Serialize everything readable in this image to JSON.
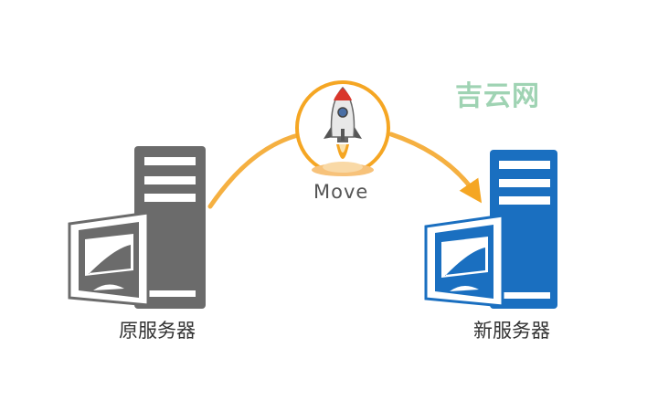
{
  "watermark": "吉云网",
  "source": {
    "label": "原服务器",
    "color": "#6b6b6b"
  },
  "target": {
    "label": "新服务器",
    "color": "#1a6fc0"
  },
  "transfer": {
    "label": "Move",
    "icon": "rocket-icon",
    "accent": "#f5a623"
  }
}
